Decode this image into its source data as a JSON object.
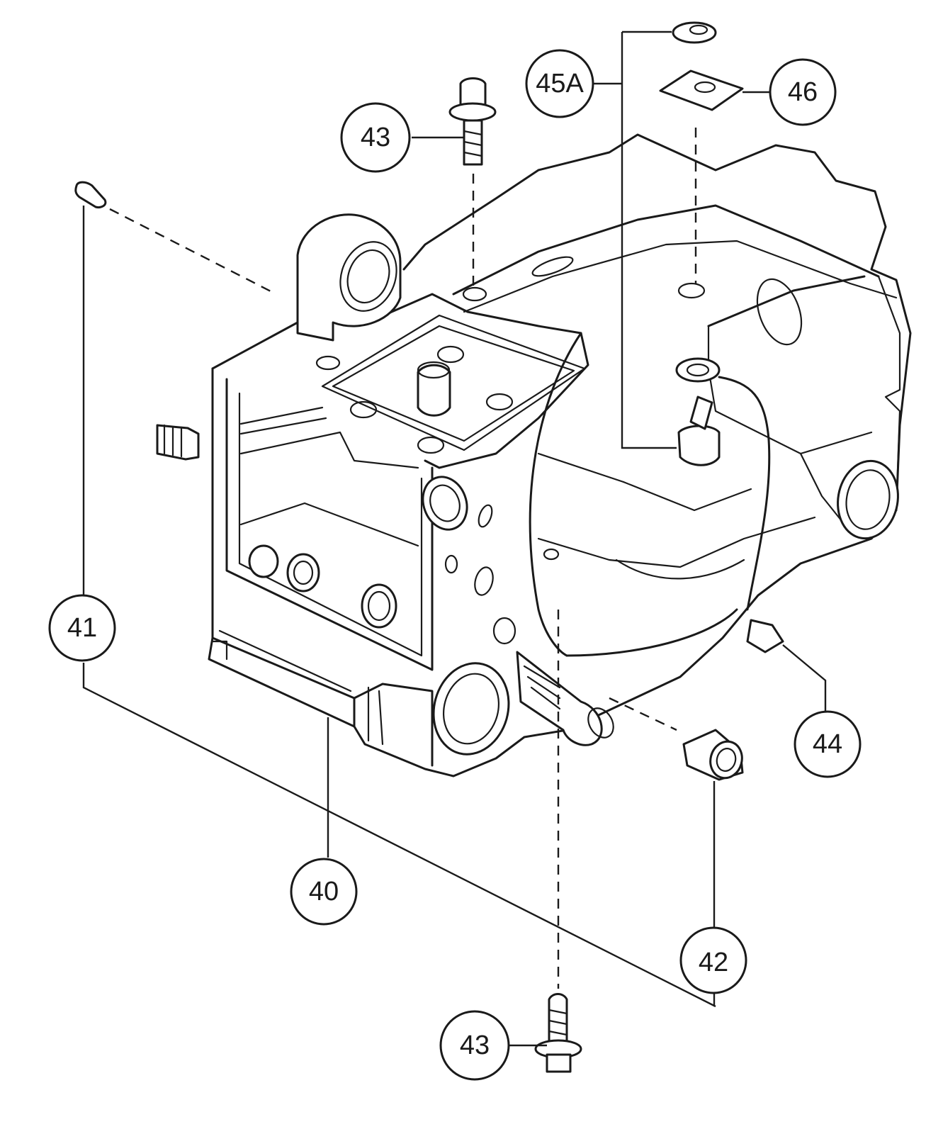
{
  "callouts": [
    {
      "id": "c40",
      "label": "40"
    },
    {
      "id": "c41",
      "label": "41"
    },
    {
      "id": "c42",
      "label": "42"
    },
    {
      "id": "c43a",
      "label": "43"
    },
    {
      "id": "c43b",
      "label": "43"
    },
    {
      "id": "c44",
      "label": "44"
    },
    {
      "id": "c45a",
      "label": "45A"
    },
    {
      "id": "c46",
      "label": "46"
    }
  ]
}
